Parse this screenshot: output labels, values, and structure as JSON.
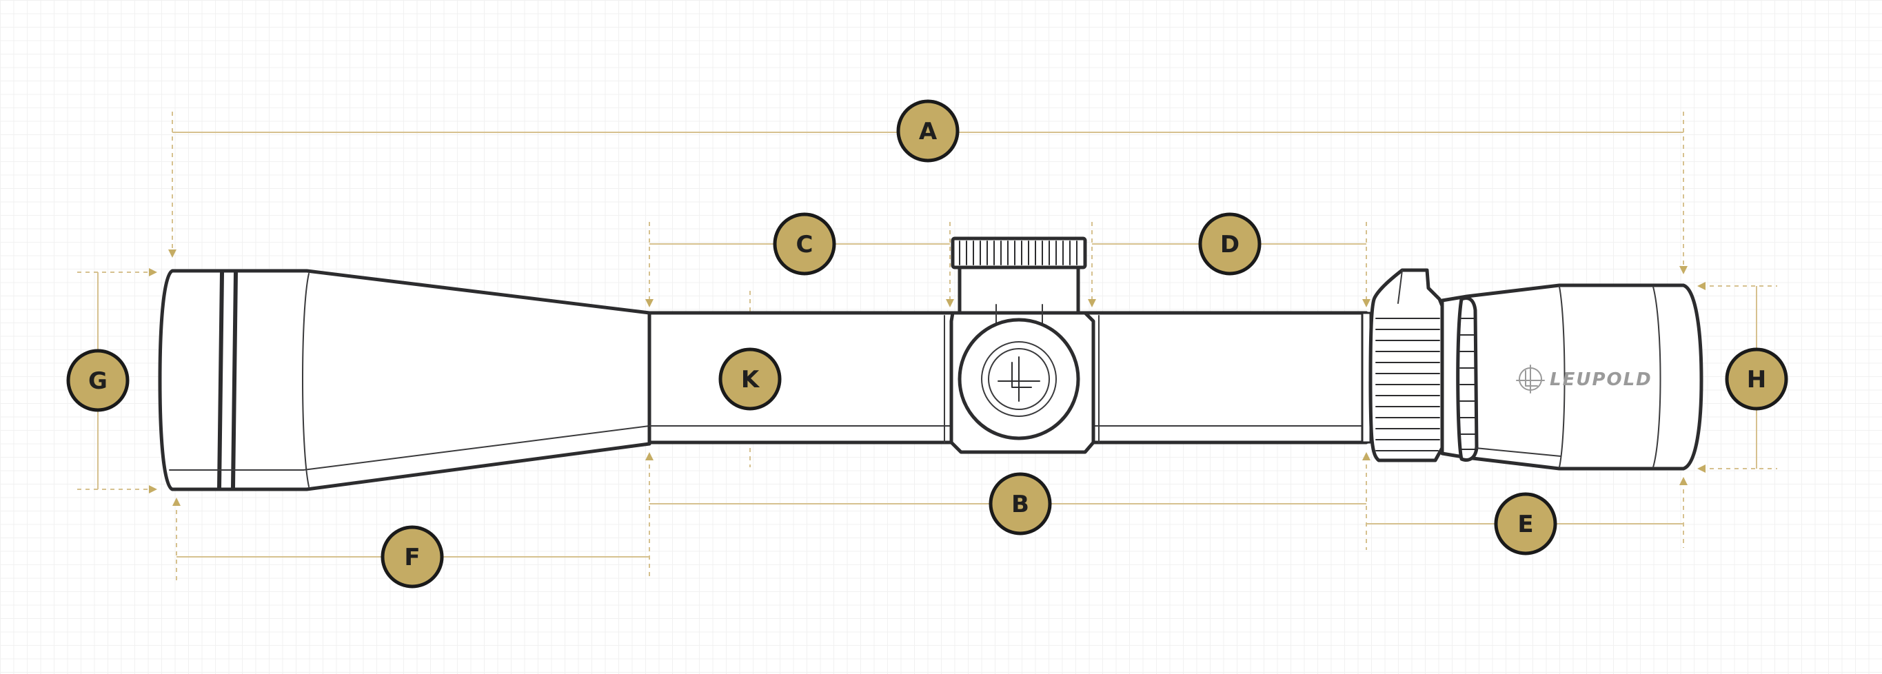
{
  "colors": {
    "accent": "#c5ac63",
    "callout_fill": "#c4ab64",
    "outline": "#2c2c2e",
    "dim_line": "#d6c18f",
    "brand_text": "#9a9a9a"
  },
  "brand": {
    "name": "LEUPOLD"
  },
  "callouts": {
    "a": "A",
    "b": "B",
    "c": "C",
    "d": "D",
    "e": "E",
    "f": "F",
    "g": "G",
    "h": "H",
    "k": "K"
  }
}
